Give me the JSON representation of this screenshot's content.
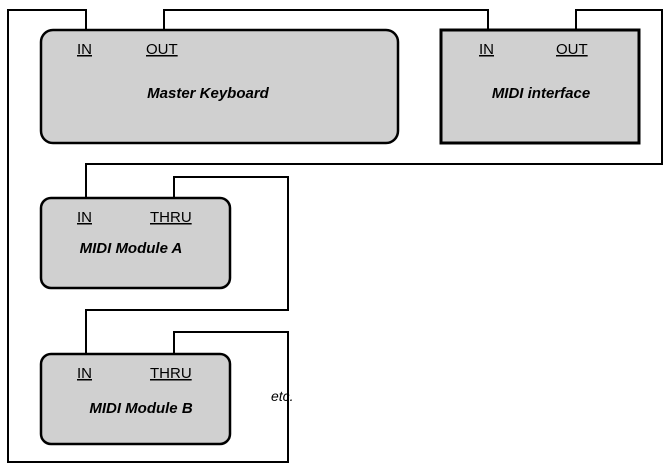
{
  "devices": {
    "master_keyboard": {
      "label": "Master Keyboard",
      "ports": {
        "in": "IN",
        "out": "OUT"
      }
    },
    "midi_interface": {
      "label": "MIDI interface",
      "ports": {
        "in": "IN",
        "out": "OUT"
      }
    },
    "module_a": {
      "label": "MIDI Module A",
      "ports": {
        "in": "IN",
        "thru": "THRU"
      }
    },
    "module_b": {
      "label": "MIDI Module B",
      "ports": {
        "in": "IN",
        "thru": "THRU"
      }
    }
  },
  "notes": {
    "continuation": "etc."
  },
  "connections": [
    {
      "from": "master_keyboard.out",
      "to": "midi_interface.in"
    },
    {
      "from": "midi_interface.out",
      "to": "module_a.in"
    },
    {
      "from": "module_a.thru",
      "to": "module_b.in"
    },
    {
      "from": "module_b.thru",
      "to": "master_keyboard.in"
    }
  ],
  "colors": {
    "device_fill": "#d0d0d0",
    "line": "#000000",
    "background": "#ffffff"
  }
}
